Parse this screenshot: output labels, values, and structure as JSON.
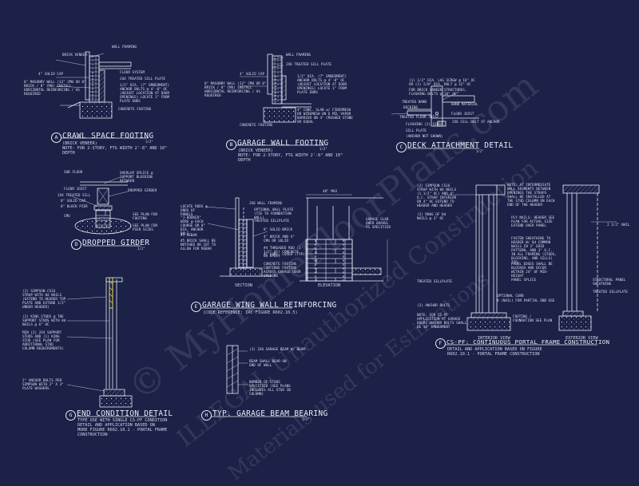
{
  "colors": {
    "background": "#1b2147",
    "ink": "#e8ecf6",
    "accent": "#e7d76a"
  },
  "watermark": {
    "line1": "© MyHomeFloorPlans.com",
    "line2": "ILLEGAL Unauthorized Construction",
    "line3": "Materials used for Estimations"
  },
  "details": {
    "a": {
      "tag": "A",
      "title": "CRAWL SPACE FOOTING",
      "scale": "1/2\"",
      "sub1": "(BRICK VENEER)",
      "sub2": "NOTE: FOR 2-STORY, FTG WIDTH 2'-8\" AND 10\"",
      "sub3": "DEPTH",
      "notes": [
        "BRICK VENEER",
        "WALL FRAMING",
        "FLOOR SYSTEM",
        "4\" SOLID CAP",
        "2X6 TREATED SILL PLATE",
        "8\" MASONRY WALL (12\" CMU OR 8\" BRICK / 8\" CMU) INSTALL HORIZONTAL REINFORCING / AS REQUIRED",
        "1/2\" DIA. (7\" EMBEDMENT) ANCHOR BOLTS @ 4'-0\" OC (ADJUST LOCATION AT DOOR OPENINGS) LOCATE 1\" FROM PLATE ENDS",
        "CONCRETE FOOTING"
      ]
    },
    "b": {
      "tag": "B",
      "title": "GARAGE WALL FOOTING",
      "scale": "1/2\"",
      "sub1": "(BRICK VENEER)",
      "sub2": "NOTE: FOR 2-STORY, FTG WIDTH 2'-8\" AND 10\"",
      "sub3": "DEPTH",
      "notes": [
        "WALL FRAMING",
        "2X6 TREATED SILL PLATE",
        "4\" SOLID CAP",
        "1/2\" DIA. (7\" EMBEDMENT) ANCHOR BOLTS @ 4'-0\" OC (ADJUST LOCATION AT DOOR OPENINGS) LOCATE 1\" FROM PLATE ENDS",
        "8\" MASONRY WALL (12\" CMU OR 8\" BRICK / 8\" CMU) INSTALL HORIZONTAL REINFORCING / AS REQUIRED",
        "4\" CONC. SLAB w/ FIBERMESH OR WIREMESH ON 6 MIL VAPOR BARRIER ON 4\" CRUSHED STONE OR EQUAL",
        "CONCRETE FOOTING"
      ]
    },
    "c": {
      "tag": "C",
      "title": "DECK ATTACHMENT DETAIL",
      "scale": "1/2\"",
      "notes": [
        "(1) 1/2\" DIA. LAG SCREW @ 16\" OC OR (1) 5/8\" DIA. BOLT @ 32\" OC",
        "FOR BRICK VENEER STRUCTURES, FLASHING BOLTS @ 16\" OC",
        "BAND MATERIAL",
        "TREATED BAND",
        "DECKING",
        "TREATED FLOOR JOIST",
        "FLOOR JOIST",
        "FLASHING (2) SIDES",
        "SILL PLATE",
        "2X6 SILL BOLT AT ANCHOR",
        "(ANCHOR NOT SHOWN)"
      ]
    },
    "d": {
      "tag": "D",
      "title": "DROPPED GIRDER",
      "scale": "1/2\"",
      "notes": [
        "SUB FLOOR",
        "OVERLAP SPLICE @ SUPPORT BLOCKING BETWEEN",
        "FLOOR JOIST",
        "DROPPED GIRDER",
        "2X4 TREATED SILL",
        "8\" SOLID CAP",
        "8\" BLOCK PIER",
        "CMU",
        "SEE PLAN FOR FOOTING",
        "SEE PLAN FOR PIER SIZES"
      ]
    },
    "e": {
      "tag": "E",
      "title": "GARAGE WING WALL REINFORCING",
      "sub1": "(CODE REFERENCE: IRC FIGURE R602.10.5)",
      "section_label": "SECTION",
      "elevation_label": "ELEVATION",
      "notes": [
        "2X6 WALL FRAMING",
        "OPTIONAL WALL PLATE (TIE TO FOUNDATION WALL)",
        "TREATED SILLPLATE",
        "LOCATE RODS @ ENDS OF PANELS",
        "8\" SOLID BRICK",
        "4\" BRICK AND 4\" CMU OR SOLID",
        "\"J-HOOKED\" WIRE @ EACH COURSE OR 8\" DIA. ANCHOR BOLT",
        "#5 REBAR",
        "#5 BRICK SHALL BE NOTCHED OR CUT TO ALLOW FOR REBAR",
        "#4 THREADED ROD (2-1/2\" OC) CONCRETE OR EPOXY",
        "CONCRETE FOOTING CONTINUE FOOTING ACROSS GARAGE DOOR OPENING",
        "4\" CONC. COVER (TYP)",
        "GARAGE SLAB OVER GRAVEL AS SPECIFIED",
        "48\" MAX"
      ]
    },
    "f": {
      "tag": "F",
      "title": "CS-PF: CONTINUOUS PORTAL FRAME CONSTRUCTION",
      "sub1": "DETAIL AND APPLICATION BASED ON FIGURE",
      "sub2": "R602.10.1 - PORTAL FRAME CONSTRUCTION",
      "interior_label": "INTERIOR VIEW",
      "exterior_label": "EXTERIOR VIEW",
      "notes": [
        "(2) SIMPSON CS16 STRAP WITH 8d NAILS (1 1/2\" OC) AND 4\" O.C. STRAP INTERIOR",
        "OR 4\" OC EXTEND TO HEADER AND HEADER",
        "(2) ROWS OF 8d NAILS @ 3\" OC",
        "NOTE: AT INTERMEDIATE WALL SEGMENTS BETWEEN OPENINGS THE STRAPS SHALL BE INSTALLED AT THE STUD COLUMN ON EACH END OF THE HEADER",
        "PLY NAILS: HEADER SEE PLAN FOR ACTUAL SIZE EXTEND OVER PANEL",
        "FASTEN SHEATHING TO HEADER W/ 8d COMMON NAILS IN 3\" GRID PATTERN, AND 3\" O.C. IN ALL FRAMING (STUDS, BLOCKING, AND SILLS) TYP.",
        "PANEL EDGES SHALL BE BLOCKED AND OCCUR WITHIN 24\" OF MID-HEIGHT",
        "PANEL SPLICE",
        "TREATED SILLPLATE",
        "2 1/2\" NAIL",
        "TREATED SILLPLATE",
        "STRUCTURAL PANEL SHEATHING",
        "FOOTING / FOUNDATION SEE PLAN",
        "(2) ANCHOR BOLTS",
        "OPTIONAL CURB",
        "8 (NAIL) FOR PARTIAL END USE",
        "NOTE: FOR CS-PF APPLICATION AT GARAGE DOORS ANCHOR BOLTS SHALL BE 18\" EMBEDMENT"
      ]
    },
    "g": {
      "tag": "G",
      "title": "END CONDITION DETAIL",
      "sub1": "TYPE USE WITH SINGLE CS-PF CONDITION",
      "sub2": "DETAIL AND APPLICATION BASED ON",
      "sub3": "MORE FIGURE R602.10.1 - PORTAL FRAME",
      "sub4": "CONSTRUCTION",
      "notes": [
        "(2) SIMPSON CS16 STRAP WITH 8d NAILS (EXTEND TO HEADER TOP PLATE AND EXTEND 1/2\" UNDER HEADER)",
        "(2) KING STUDS @ THE SUPPORT STUDS WITH 8d NAILS @ 6\" OC",
        "MIN (2) 2X4 SUPPORT STUDS AND (1) KING STUD (SEE PLAN FOR ADDITIONAL STUD COLUMN REQUIREMENTS)",
        "2\" ANCHOR BOLTS PER SIMPSON WITH 3\" X 3\" PLATE WASHERS"
      ]
    },
    "h": {
      "tag": "H",
      "title": "TYP. GARAGE BEAM BEARING",
      "scale": "1/2\"",
      "notes": [
        "(3) 2X6 GARAGE BEAM W/ BEAM",
        "BEAM SHALL BEAR ON END OF WALL",
        "NUMBER OF STUDS SPECIFIED (SEE PLANS INCLUDES ALL STUD IN COLUMN)"
      ]
    }
  }
}
